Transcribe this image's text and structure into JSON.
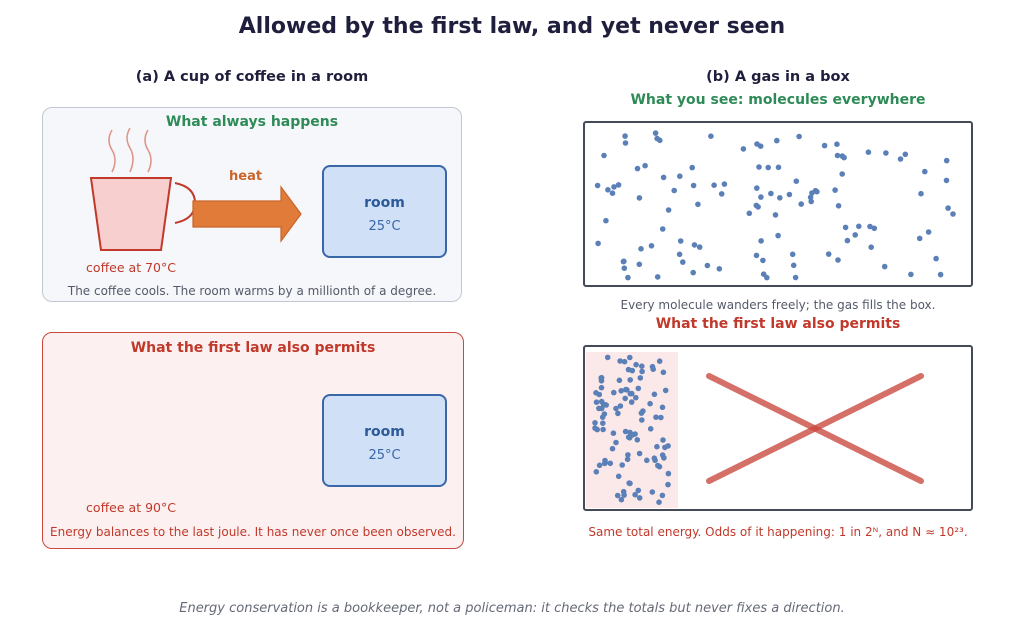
{
  "title": "Allowed by the first law, and yet never seen",
  "panel_a": {
    "heading": "(a) A cup of coffee in a room",
    "top": {
      "label": "What always happens",
      "arrow_label": "heat",
      "cup_label": "coffee at 70°C",
      "room_label": "room",
      "room_temp": "25°C",
      "caption": "The coffee cools. The room warms by a millionth of a degree."
    },
    "bottom": {
      "label": "What the first law also permits",
      "cup_label": "coffee at 90°C",
      "room_label": "room",
      "room_temp": "25°C",
      "caption": "Energy balances to the last joule. It has never once been observed."
    }
  },
  "panel_b": {
    "heading": "(b) A gas in a box",
    "top": {
      "label": "What you see: molecules everywhere",
      "caption": "Every molecule wanders freely; the gas fills the box."
    },
    "bottom": {
      "label": "What the first law also permits",
      "caption": "Same total energy. Odds of it happening: 1 in 2ᴺ, and N ≈ 10²³."
    }
  },
  "footer": "Energy conservation is a bookkeeper, not a policeman: it checks the totals but never fixes a direction.",
  "colors": {
    "green": "#2e8b57",
    "red": "#c0392b",
    "arrow": "#e07b39",
    "molecule": "#5b80b8",
    "room_fill": "#cfe0f7"
  }
}
